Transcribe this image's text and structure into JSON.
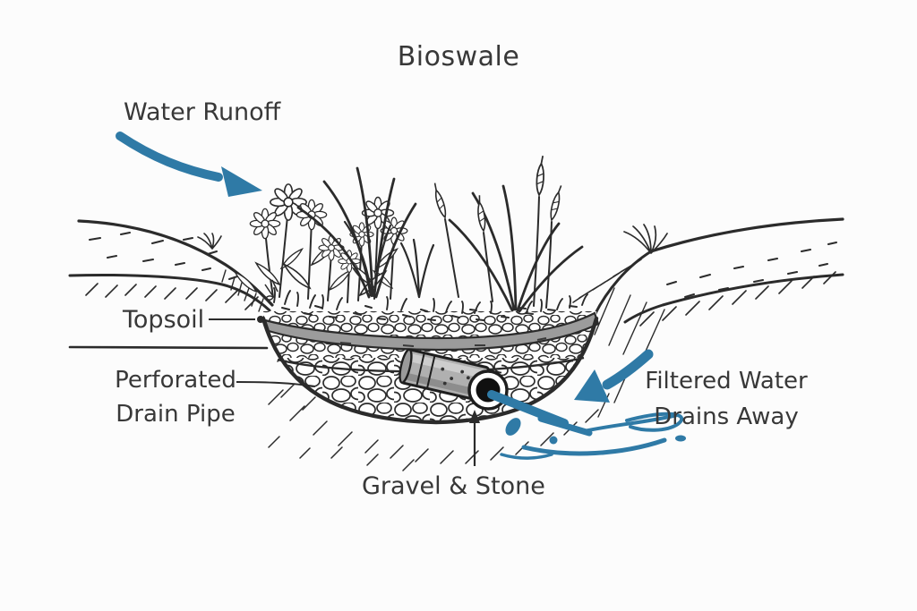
{
  "title": "Bioswale",
  "labels": {
    "water_runoff": "Water Runoff",
    "topsoil": "Topsoil",
    "perforated_line1": "Perforated",
    "perforated_line2": "Drain Pipe",
    "gravel_stone": "Gravel & Stone",
    "filtered_line1": "Filtered Water",
    "filtered_line2": "Drains Away"
  },
  "icons": {
    "water_runoff_arrow": "curved-blue-arrow-down-right",
    "filtered_water_arrow": "blue-arrow-down-left",
    "gravel_stone_arrow": "thin-black-arrow-up",
    "topsoil_leader": "leader-line-with-dot",
    "drain_pipe_leader": "leader-line"
  },
  "colors": {
    "accent_blue": "#2F7AA6",
    "ink": "#2B2B2B",
    "text": "#383838",
    "topsoil_gray": "#9C9C9C",
    "pipe_gray": "#B0B0B0",
    "background": "#FCFCFC"
  }
}
